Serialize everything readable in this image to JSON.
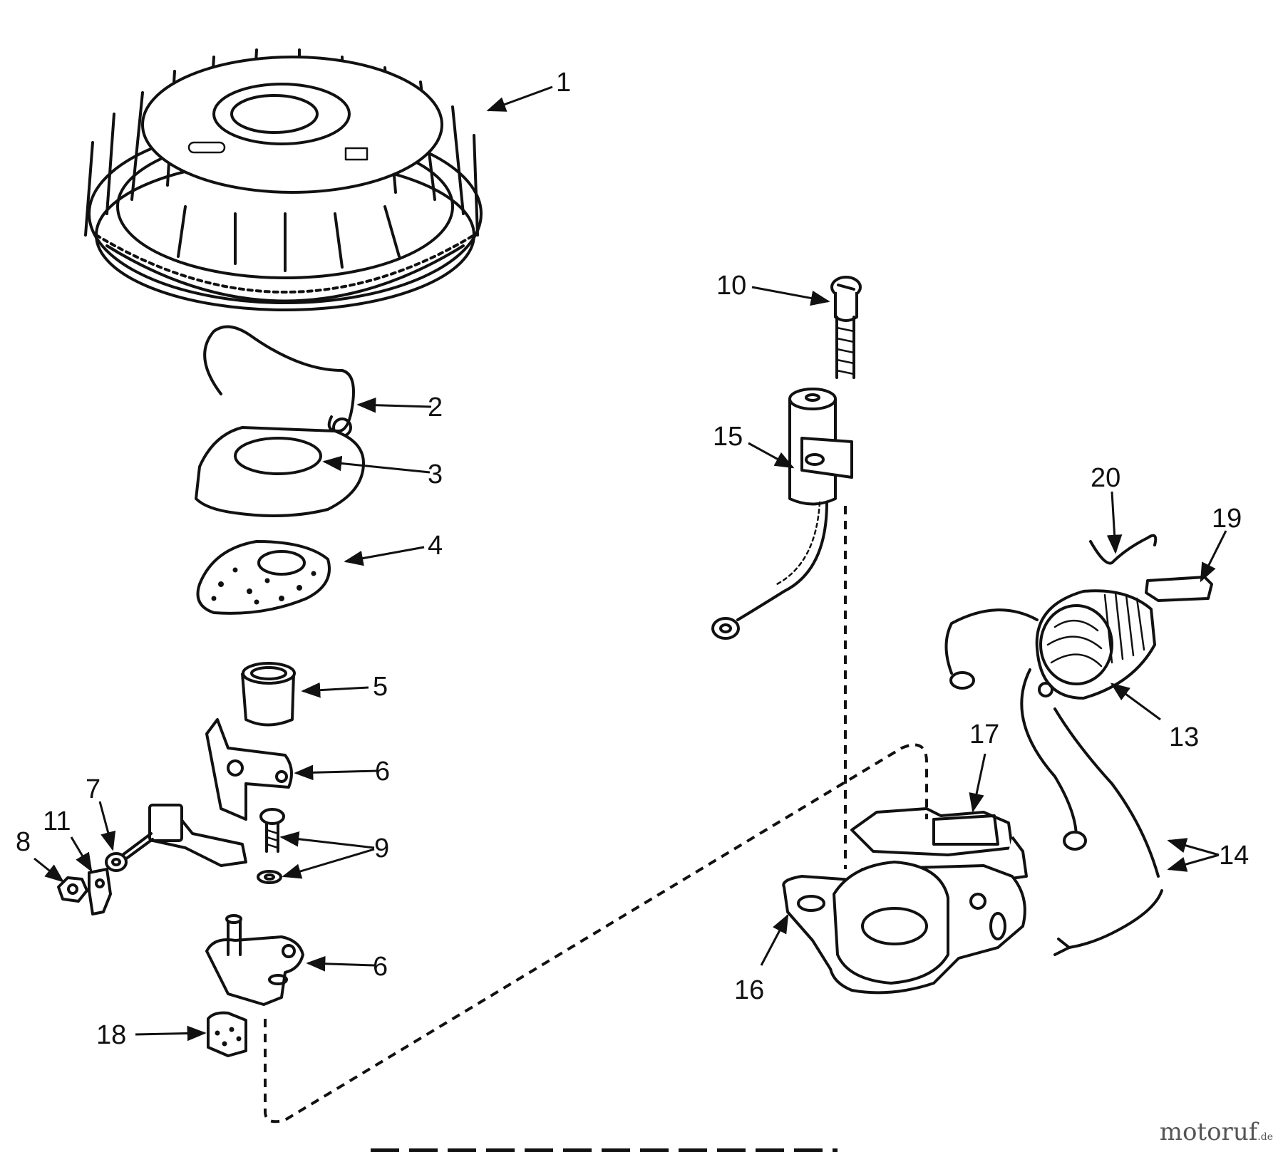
{
  "labels": {
    "l1": "1",
    "l2": "2",
    "l3": "3",
    "l4": "4",
    "l5": "5",
    "l6a": "6",
    "l6b": "6",
    "l7": "7",
    "l8": "8",
    "l9": "9",
    "l10": "10",
    "l11": "11",
    "l13": "13",
    "l14": "14",
    "l15": "15",
    "l16": "16",
    "l17": "17",
    "l18": "18",
    "l19": "19",
    "l20": "20"
  },
  "watermark": {
    "main": "motoruf",
    "tld": ".de"
  },
  "colors": {
    "ink": "#111111",
    "paper": "#ffffff"
  }
}
